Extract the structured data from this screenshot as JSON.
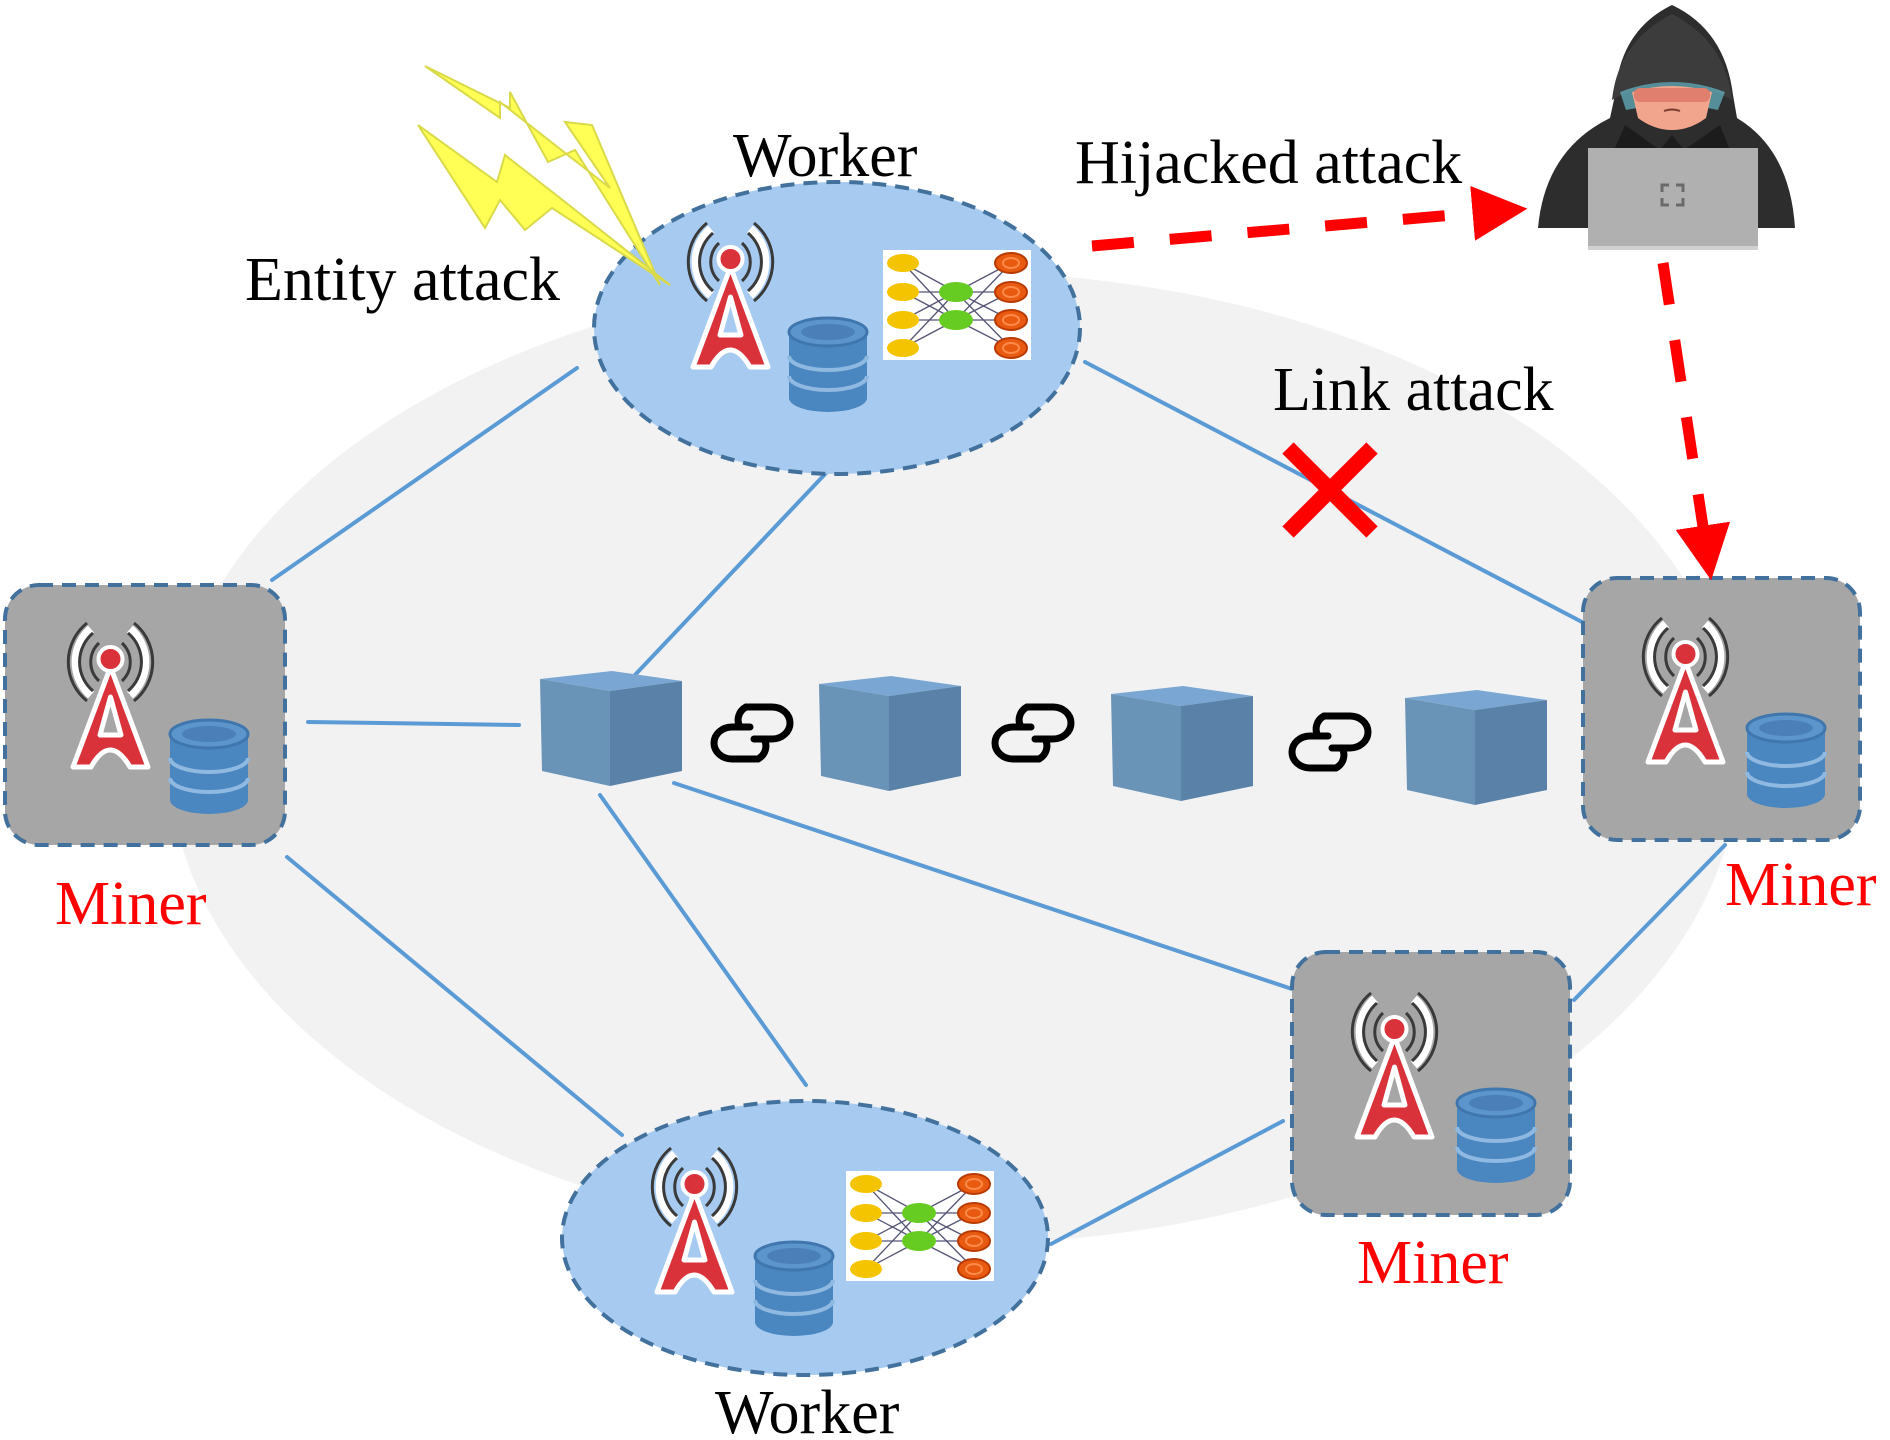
{
  "diagram": {
    "type": "blockchain-federated-learning-network-attacks",
    "colors": {
      "background_region": "#f2f2f2",
      "link_line": "#5b9bd5",
      "worker_fill": "#a7cbf0",
      "node_border": "#41719c",
      "miner_fill": "#a6a6a6",
      "tower_red": "#d9323a",
      "database_blue": "#4a86c0",
      "block_blue": "#6590b5",
      "attack_red": "#ff0000",
      "lightning_yellow": "#ffff55",
      "label_black": "#000000",
      "label_red": "#ff0000"
    },
    "workers": [
      {
        "id": "worker-top",
        "label": "Worker",
        "icons": [
          "radio-tower-icon",
          "database-icon",
          "neural-network-icon"
        ]
      },
      {
        "id": "worker-bottom",
        "label": "Worker",
        "icons": [
          "radio-tower-icon",
          "database-icon",
          "neural-network-icon"
        ]
      }
    ],
    "miners": [
      {
        "id": "miner-left",
        "label": "Miner",
        "icons": [
          "radio-tower-icon",
          "database-icon"
        ]
      },
      {
        "id": "miner-right",
        "label": "Miner",
        "icons": [
          "radio-tower-icon",
          "database-icon"
        ]
      },
      {
        "id": "miner-bottom",
        "label": "Miner",
        "icons": [
          "radio-tower-icon",
          "database-icon"
        ]
      }
    ],
    "blockchain": {
      "block_count": 4,
      "link_icon": "chain-link-icon"
    },
    "attacks": {
      "entity": {
        "label": "Entity attack",
        "icon": "lightning-bolt-icon",
        "target": "worker-top"
      },
      "hijacked": {
        "label": "Hijacked attack",
        "icon": "hacker-icon",
        "from": "worker-top",
        "to": "miner-right"
      },
      "link": {
        "label": "Link attack",
        "icon": "cross-mark-icon",
        "link": "worker-top—miner-right"
      }
    },
    "connections": [
      [
        "miner-left",
        "worker-top"
      ],
      [
        "blockchain",
        "worker-top"
      ],
      [
        "worker-top",
        "miner-right"
      ],
      [
        "miner-left",
        "blockchain"
      ],
      [
        "blockchain",
        "miner-bottom"
      ],
      [
        "blockchain",
        "worker-bottom"
      ],
      [
        "miner-left",
        "worker-bottom"
      ],
      [
        "worker-bottom",
        "miner-bottom"
      ],
      [
        "miner-right",
        "miner-bottom"
      ]
    ]
  }
}
